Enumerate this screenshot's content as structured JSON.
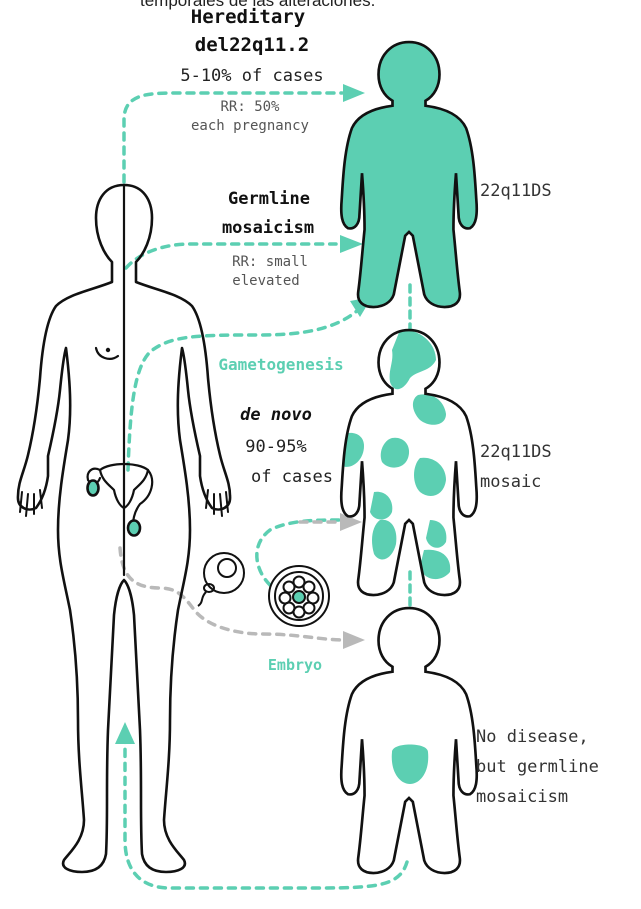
{
  "top_cut_text": "temporales de las alteraciones.",
  "hereditary": {
    "title_line1": "Hereditary",
    "title_line2": "del22q11.2",
    "pct": "5-10% of cases",
    "rr_line1": "RR: 50%",
    "rr_line2": "each pregnancy"
  },
  "germline": {
    "title_line1": "Germline",
    "title_line2": "mosaicism",
    "rr_line1": "RR: small",
    "rr_line2": "elevated"
  },
  "gametogenesis": "Gametogenesis",
  "denovo": {
    "title": "de novo",
    "pct_line1": "90-95%",
    "pct_line2": "of cases"
  },
  "embryo": "Embryo",
  "outcomes": {
    "affected": "22q11DS",
    "mosaic_line1": "22q11DS",
    "mosaic_line2": "mosaic",
    "unaffected_line1": "No disease,",
    "unaffected_line2": "but germline",
    "unaffected_line3": "mosaicism"
  },
  "colors": {
    "teal": "#5ccfb2",
    "gray": "#b9b9b9",
    "ink": "#111111",
    "text_gray": "#555555"
  }
}
